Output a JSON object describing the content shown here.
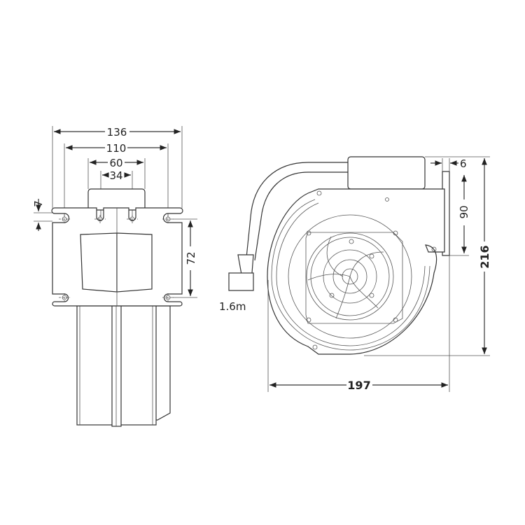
{
  "title": "Blower fan dimension drawing",
  "front_view": {
    "dimensions": {
      "overall_width": "136",
      "hole_spacing_outer": "110",
      "cap_width": "60",
      "hole_spacing_inner": "34",
      "slot_offset": "7",
      "hole_spacing_vertical": "72"
    }
  },
  "side_view": {
    "dimensions": {
      "flange_thickness": "6",
      "outlet_height": "90",
      "overall_height": "216",
      "overall_width": "197"
    },
    "cable_length": "1.6m"
  }
}
